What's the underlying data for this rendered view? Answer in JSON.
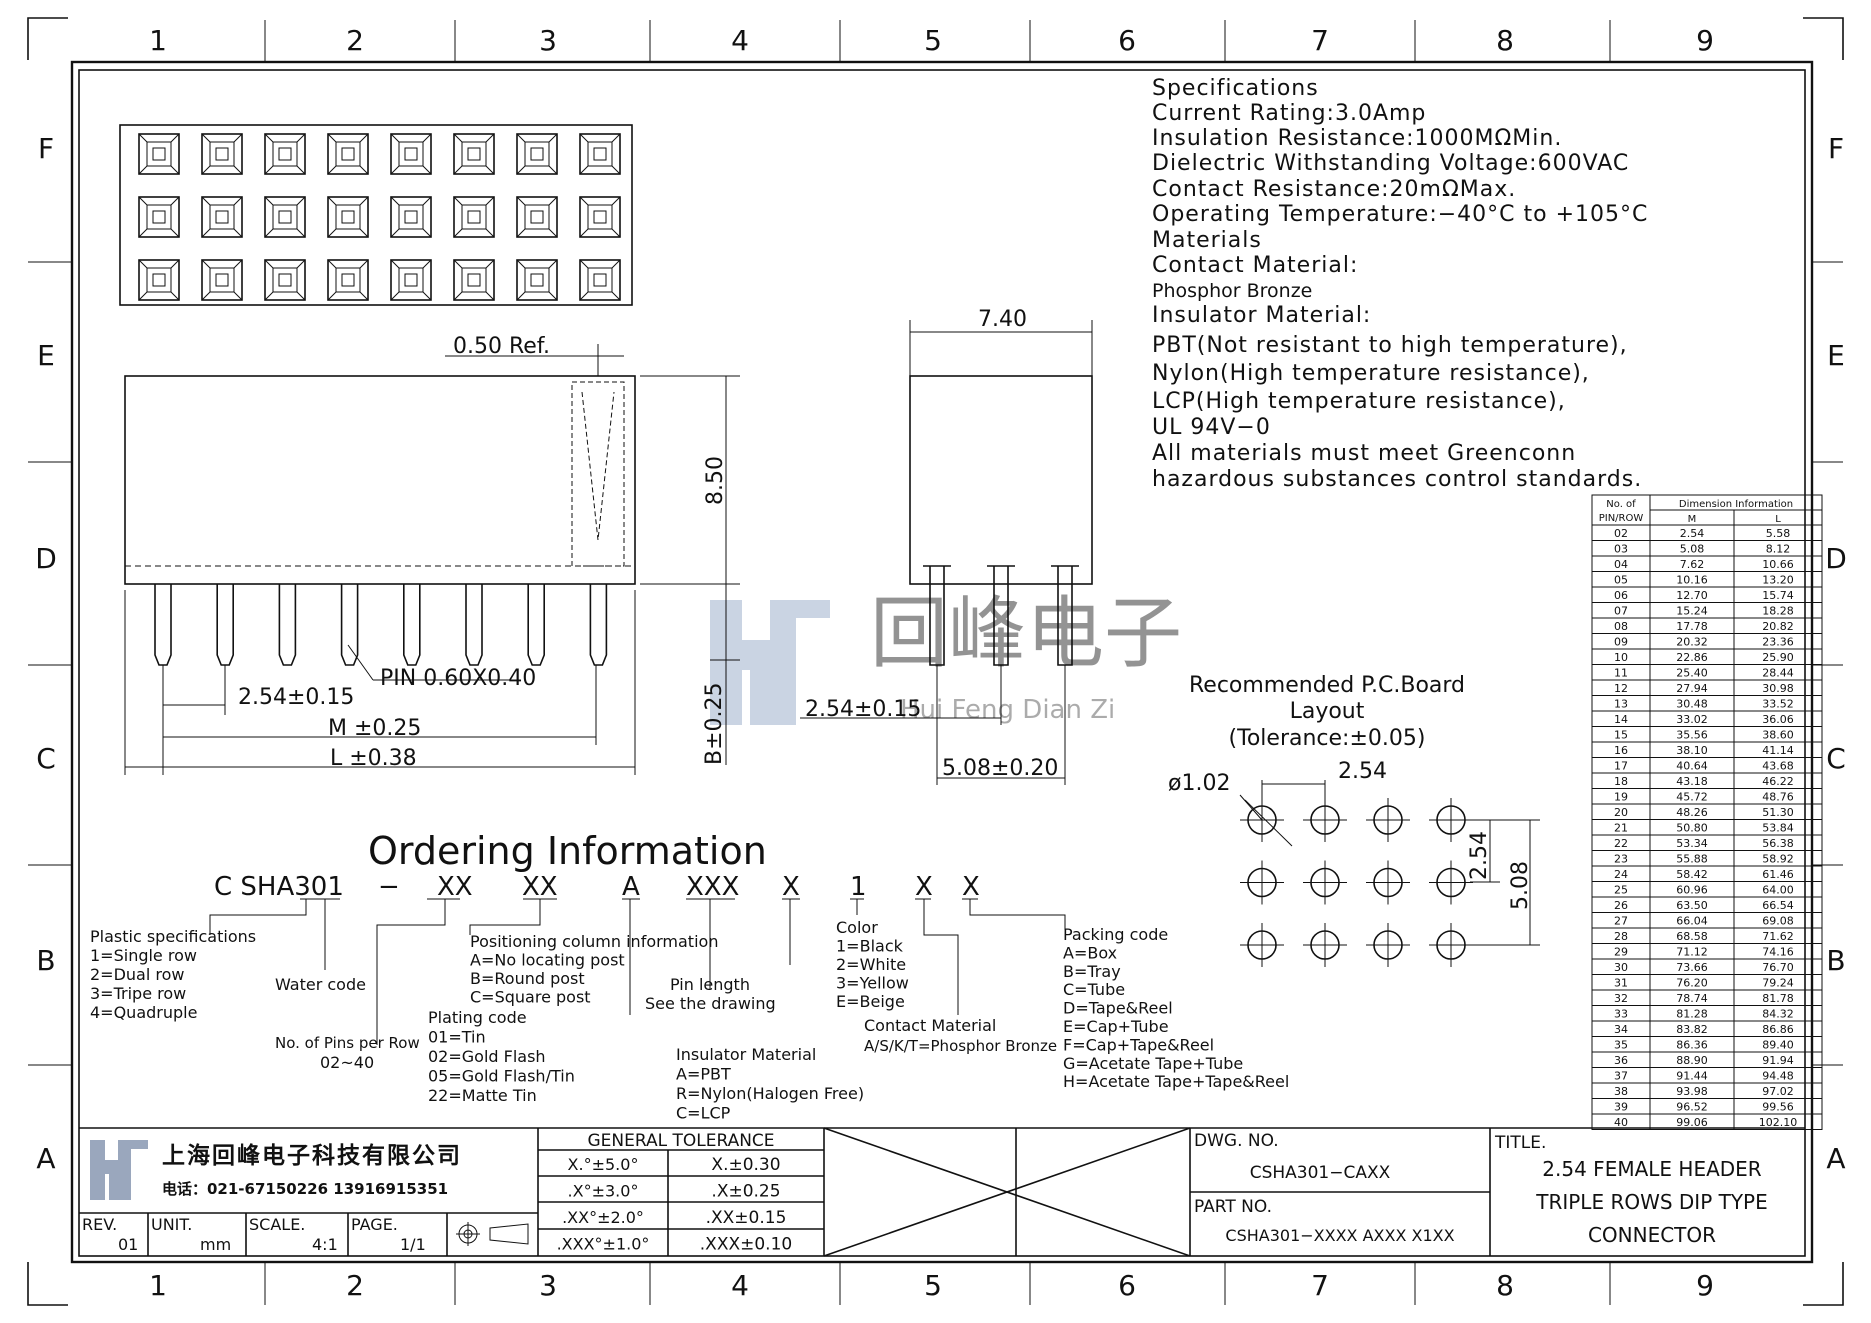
{
  "zones": {
    "cols": [
      "1",
      "2",
      "3",
      "4",
      "5",
      "6",
      "7",
      "8",
      "9"
    ],
    "rows": [
      "F",
      "E",
      "D",
      "C",
      "B",
      "A"
    ]
  },
  "specs": [
    "Specifications",
    "Current Rating:3.0Amp",
    "Insulation Resistance:1000MΩMin.",
    "Dielectric Withstanding Voltage:600VAC",
    "Contact Resistance:20mΩMax.",
    "Operating Temperature:−40°C to +105°C",
    "Materials",
    "Contact Material:",
    "Phosphor Bronze",
    "Insulator Material:",
    "PBT(Not resistant to high temperature),",
    "Nylon(High temperature resistance),",
    "LCP(High temperature resistance),",
    "UL 94V−0",
    "All materials must meet Greenconn",
    "hazardous substances control standards."
  ],
  "dims": {
    "ref": "0.50 Ref.",
    "height": "8.50",
    "width_side": "7.40",
    "pin": "PIN 0.60X0.40",
    "pitch": "2.54±0.15",
    "m": "M ±0.25",
    "l": "L ±0.38",
    "b": "B±0.25",
    "side_pitch": "2.54±0.15",
    "side_row": "5.08±0.20"
  },
  "pcb": {
    "title": [
      "Recommended P.C.Board",
      "Layout",
      "(Tolerance:±0.05)"
    ],
    "hole": "ø1.02",
    "pitch_x": "2.54",
    "pitch_y": "2.54",
    "total_y": "5.08"
  },
  "ordering": {
    "title": "Ordering Information",
    "code": [
      "C SHA301",
      "−",
      "XX",
      "XX",
      "A",
      "XXX",
      "X",
      "1",
      "X",
      "X"
    ],
    "plastic": [
      "Plastic specifications",
      "1=Single row",
      "2=Dual row",
      "3=Tripe row",
      "4=Quadruple"
    ],
    "water": "Water code",
    "pins": [
      "No. of Pins per Row",
      "02~40"
    ],
    "positioning": [
      "Positioning column information",
      "A=No locating post",
      "B=Round post",
      "C=Square post"
    ],
    "plating": [
      "Plating code",
      "01=Tin",
      "02=Gold Flash",
      "05=Gold Flash/Tin",
      "22=Matte Tin"
    ],
    "pinlen": [
      "Pin length",
      "See the drawing"
    ],
    "insulator": [
      "Insulator Material",
      "A=PBT",
      "R=Nylon(Halogen Free)",
      "C=LCP"
    ],
    "color": [
      "Color",
      "1=Black",
      "2=White",
      "3=Yellow",
      "E=Beige"
    ],
    "contact": [
      "Contact Material",
      "A/S/K/T=Phosphor Bronze"
    ],
    "packing": [
      "Packing code",
      "A=Box",
      "B=Tray",
      "C=Tube",
      "D=Tape&Reel",
      "E=Cap+Tube",
      "F=Cap+Tape&Reel",
      "G=Acetate Tape+Tube",
      "H=Acetate Tape+Tape&Reel"
    ]
  },
  "dimtable": {
    "h1": "No. of",
    "h1b": "PIN/ROW",
    "h2": "Dimension Information",
    "m": "M",
    "l": "L",
    "rows": [
      [
        "02",
        "2.54",
        "5.58"
      ],
      [
        "03",
        "5.08",
        "8.12"
      ],
      [
        "04",
        "7.62",
        "10.66"
      ],
      [
        "05",
        "10.16",
        "13.20"
      ],
      [
        "06",
        "12.70",
        "15.74"
      ],
      [
        "07",
        "15.24",
        "18.28"
      ],
      [
        "08",
        "17.78",
        "20.82"
      ],
      [
        "09",
        "20.32",
        "23.36"
      ],
      [
        "10",
        "22.86",
        "25.90"
      ],
      [
        "11",
        "25.40",
        "28.44"
      ],
      [
        "12",
        "27.94",
        "30.98"
      ],
      [
        "13",
        "30.48",
        "33.52"
      ],
      [
        "14",
        "33.02",
        "36.06"
      ],
      [
        "15",
        "35.56",
        "38.60"
      ],
      [
        "16",
        "38.10",
        "41.14"
      ],
      [
        "17",
        "40.64",
        "43.68"
      ],
      [
        "18",
        "43.18",
        "46.22"
      ],
      [
        "19",
        "45.72",
        "48.76"
      ],
      [
        "20",
        "48.26",
        "51.30"
      ],
      [
        "21",
        "50.80",
        "53.84"
      ],
      [
        "22",
        "53.34",
        "56.38"
      ],
      [
        "23",
        "55.88",
        "58.92"
      ],
      [
        "24",
        "58.42",
        "61.46"
      ],
      [
        "25",
        "60.96",
        "64.00"
      ],
      [
        "26",
        "63.50",
        "66.54"
      ],
      [
        "27",
        "66.04",
        "69.08"
      ],
      [
        "28",
        "68.58",
        "71.62"
      ],
      [
        "29",
        "71.12",
        "74.16"
      ],
      [
        "30",
        "73.66",
        "76.70"
      ],
      [
        "31",
        "76.20",
        "79.24"
      ],
      [
        "32",
        "78.74",
        "81.78"
      ],
      [
        "33",
        "81.28",
        "84.32"
      ],
      [
        "34",
        "83.82",
        "86.86"
      ],
      [
        "35",
        "86.36",
        "89.40"
      ],
      [
        "36",
        "88.90",
        "91.94"
      ],
      [
        "37",
        "91.44",
        "94.48"
      ],
      [
        "38",
        "93.98",
        "97.02"
      ],
      [
        "39",
        "96.52",
        "99.56"
      ],
      [
        "40",
        "99.06",
        "102.10"
      ]
    ]
  },
  "titleblock": {
    "company": "上海回峰电子科技有限公司",
    "phone": "电话：021-67150226  13916915351",
    "rev_label": "REV.",
    "rev": "01",
    "unit_label": "UNIT.",
    "unit": "mm",
    "scale_label": "SCALE.",
    "scale": "4:1",
    "page_label": "PAGE.",
    "page": "1/1",
    "tol_title": "GENERAL TOLERANCE",
    "tol": [
      [
        "X.°±5.0°",
        "X.±0.30"
      ],
      [
        ".X°±3.0°",
        ".X±0.25"
      ],
      [
        ".XX°±2.0°",
        ".XX±0.15"
      ],
      [
        ".XXX°±1.0°",
        ".XXX±0.10"
      ]
    ],
    "dwg_label": "DWG. NO.",
    "dwg": "CSHA301−CAXX",
    "part_label": "PART NO.",
    "part": "CSHA301−XXXX AXXX X1XX",
    "title_label": "TITLE.",
    "title": [
      "2.54 FEMALE HEADER",
      "TRIPLE ROWS DIP TYPE",
      "CONNECTOR"
    ]
  },
  "watermark": {
    "cn": "回峰电子",
    "pinyin": "Hui Feng Dian Zi"
  }
}
